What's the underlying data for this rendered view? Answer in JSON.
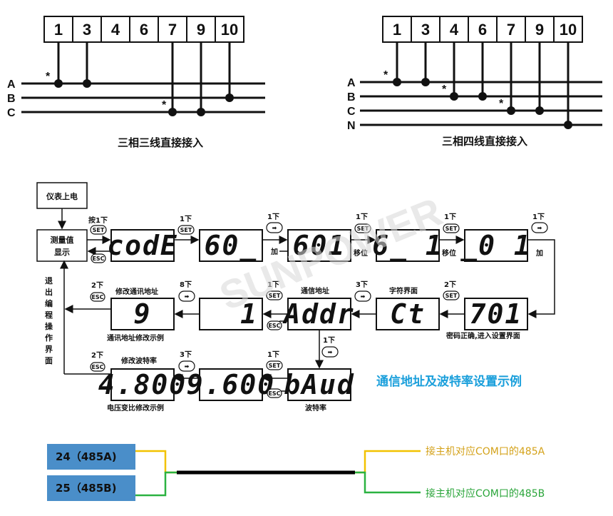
{
  "wiring_3p3w": {
    "terminals": [
      "1",
      "3",
      "4",
      "6",
      "7",
      "9",
      "10"
    ],
    "lines": [
      "A",
      "B",
      "C"
    ],
    "star": "*",
    "caption": "三相三线直接接入"
  },
  "wiring_3p4w": {
    "terminals": [
      "1",
      "3",
      "4",
      "6",
      "7",
      "9",
      "10"
    ],
    "lines": [
      "A",
      "B",
      "C",
      "N"
    ],
    "star": "*",
    "caption": "三相四线直接接入"
  },
  "flow": {
    "power_on": "仪表上电",
    "measure_1": "测量值",
    "measure_2": "显示",
    "exit_label": [
      "退",
      "出",
      "编",
      "程",
      "操",
      "作",
      "界",
      "面"
    ],
    "watermark": "SUNPOWER",
    "displays": {
      "code": "codE",
      "d60": "60_",
      "d601": "601",
      "d6_1": "6_ 1",
      "d_01": "_0 1",
      "d701": "701",
      "ct": "Ct",
      "addr": "Addr",
      "one": "1",
      "nine": "9",
      "baud": "bAud",
      "b9600": "9.600",
      "b4800": "4.800"
    },
    "buttons": {
      "set": "SET",
      "esc": "ESC",
      "arrow": "➡"
    },
    "labels": {
      "press1": "按1下",
      "once": "1下",
      "twice": "2下",
      "thrice": "3下",
      "eight": "8下",
      "add": "加",
      "shift": "移位",
      "modify_addr": "修改通讯地址",
      "comm_addr": "通信地址",
      "char_ui": "字符界面",
      "addr_example": "通讯地址修改示例",
      "pwd_ok": "密码正确,进入设置界面",
      "modify_baud": "修改波特率",
      "baud_example": "电压变比修改示例",
      "baud": "波特率"
    },
    "title": "通信地址及波特率设置示例"
  },
  "rs485": {
    "terminal_a": "24（485A)",
    "terminal_b": "25（485B)",
    "note_a": "接主机对应COM口的485A",
    "note_b": "接主机对应COM口的485B",
    "colors": {
      "box": "#4a8ec9",
      "a_wire": "#f2c200",
      "b_wire": "#2bb241",
      "cable": "#000000"
    }
  }
}
